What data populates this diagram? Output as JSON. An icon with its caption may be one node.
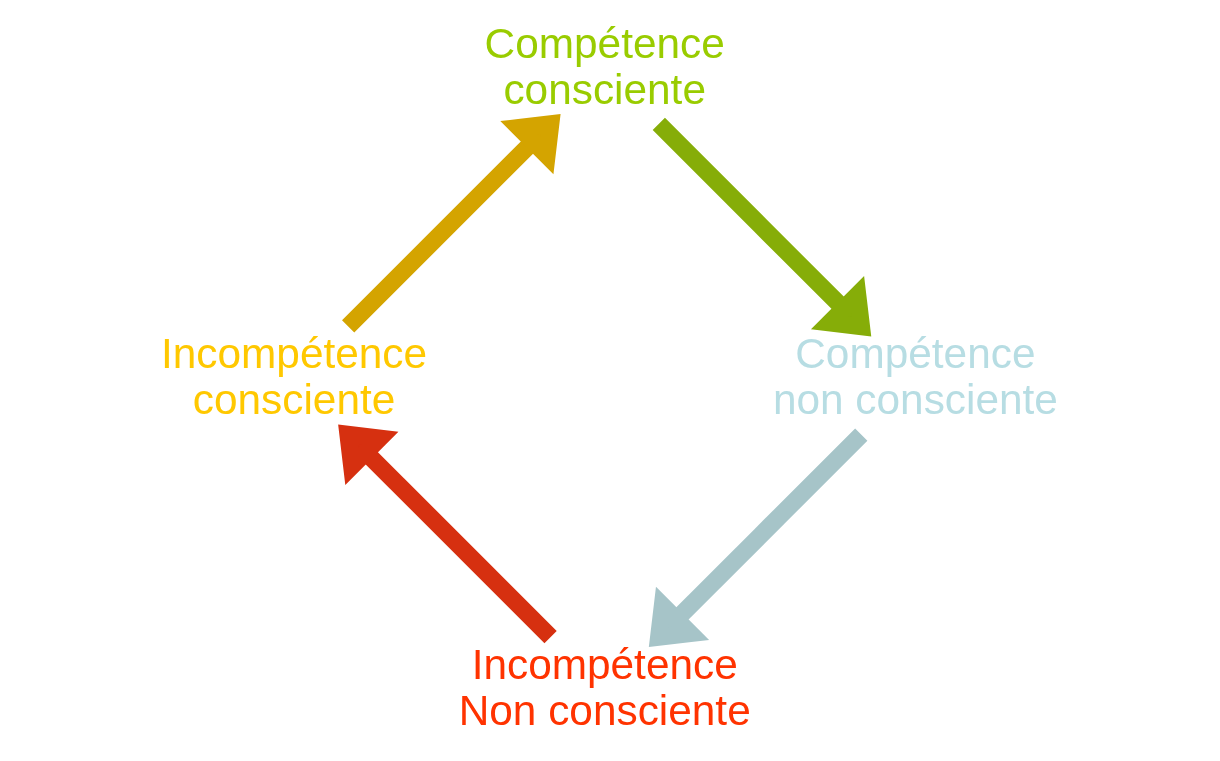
{
  "diagram": {
    "nodes": [
      {
        "text": [
          "Incompétence Non consciente"
        ]
      },
      {
        "text": [
          "Incompétence consciente"
        ]
      },
      {
        "text": [
          "Compétence consciente"
        ]
      },
      {
        "text": [
          "Compétence non consciente"
        ]
      }
    ],
    "edges": [
      {
        "from": 0,
        "to": 1,
        "arrow": "to",
        "color": "#d63010"
      },
      {
        "from": 1,
        "to": 2,
        "arrow": "to",
        "color": "#d4a400"
      },
      {
        "from": 2,
        "to": 3,
        "arrow": "to",
        "color": "#86ad08"
      },
      {
        "from": 3,
        "to": 0,
        "arrow": "to",
        "color": "#a6c4c8"
      }
    ]
  }
}
